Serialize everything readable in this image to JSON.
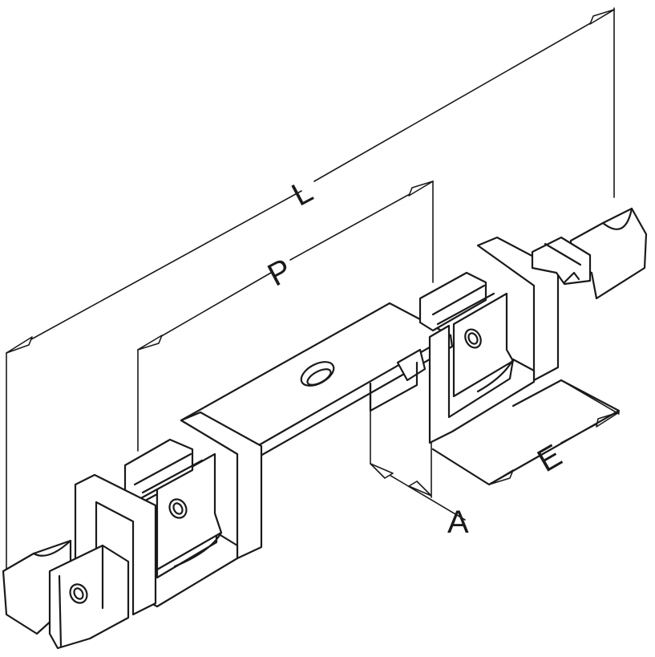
{
  "dimensions": {
    "L": "L",
    "P": "P",
    "A": "A",
    "E": "E"
  }
}
